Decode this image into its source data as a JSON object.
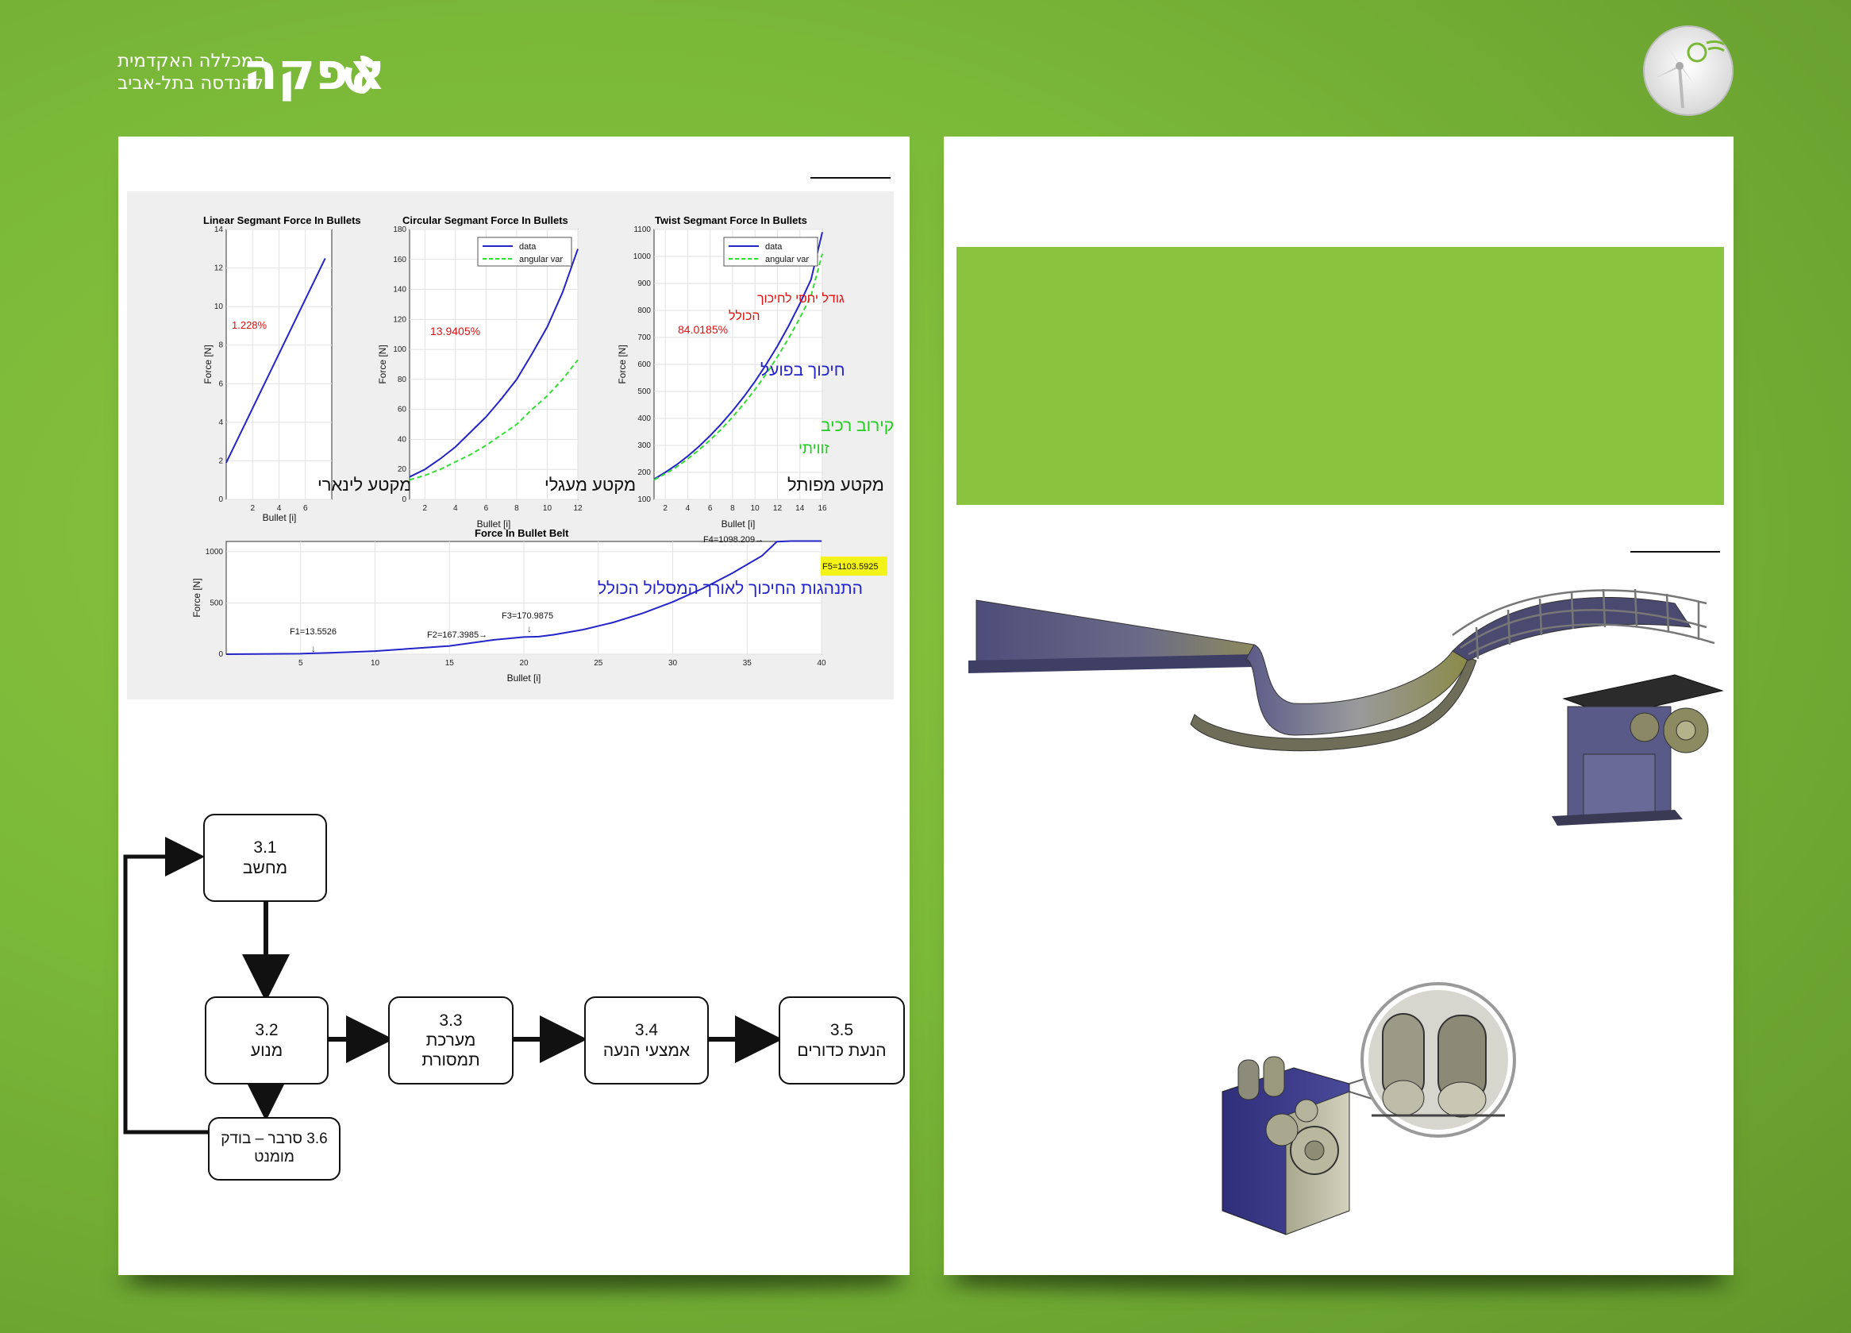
{
  "header": {
    "logo_name": "אפקה",
    "logo_line1": "המכללה האקדמית",
    "logo_line2": "להנדסה בתל-אביב",
    "emblem": "wind-turbine-emblem"
  },
  "colors": {
    "background": "#7ab838",
    "accent_green": "#8ac43f",
    "data_line": "#2424c8",
    "approx_line": "#33dd33",
    "percent_red": "#dd1111"
  },
  "charts": {
    "linear": {
      "title": "Linear Segmant Force In Bullets",
      "ylabel": "Force [N]",
      "xlabel": "Bullet [i]",
      "percent": "1.228%",
      "label": "מקטע לינארי"
    },
    "circular": {
      "title": "Circular Segmant Force In Bullets",
      "ylabel": "Force [N]",
      "xlabel": "Bullet [i]",
      "percent": "13.9405%",
      "label": "מקטע מעגלי",
      "legend_data": "data",
      "legend_angular": "angular var"
    },
    "twist": {
      "title": "Twist Segmant Force In Bullets",
      "ylabel": "Force [N]",
      "xlabel": "Bullet [i]",
      "annotation_line1": "גודל יחסי לחיכוך",
      "annotation_line2": "הכולל",
      "percent": "84.0185%",
      "actual_friction": "חיכוך בפועל",
      "approx_line1": "קירוב רכיב",
      "approx_line2": "זוויתי",
      "label": "מקטע מפותל",
      "legend_data": "data",
      "legend_angular": "angular var"
    },
    "belt": {
      "title": "Force In Bullet Belt",
      "ylabel": "Force [N]",
      "xlabel": "Bullet [i]",
      "description": "התנהגות החיכוך לאורך המסלול הכולל",
      "f1": "F1=13.5526",
      "f2": "F2=167.3985→",
      "f3": "F3=170.9875",
      "f4": "F4=1098.209→",
      "f5": "F5=1103.5925"
    }
  },
  "chart_data": [
    {
      "type": "line",
      "title": "Linear Segmant Force In Bullets",
      "xlabel": "Bullet [i]",
      "ylabel": "Force [N]",
      "xlim": [
        0,
        8
      ],
      "ylim": [
        0,
        14
      ],
      "xticks": [
        2,
        4,
        6
      ],
      "yticks": [
        0,
        2,
        4,
        6,
        8,
        10,
        12,
        14
      ],
      "series": [
        {
          "name": "",
          "x": [
            0,
            7.5
          ],
          "y": [
            1.9,
            12.5
          ]
        }
      ]
    },
    {
      "type": "line",
      "title": "Circular Segmant Force In Bullets",
      "xlabel": "Bullet [i]",
      "ylabel": "Force [N]",
      "xlim": [
        1,
        12
      ],
      "ylim": [
        0,
        180
      ],
      "xticks": [
        2,
        4,
        6,
        8,
        10,
        12
      ],
      "yticks": [
        0,
        20,
        40,
        60,
        80,
        100,
        120,
        140,
        160,
        180
      ],
      "legend": "top-right",
      "series": [
        {
          "name": "data",
          "x": [
            1,
            2,
            3,
            4,
            5,
            6,
            7,
            8,
            9,
            10,
            11,
            12
          ],
          "y": [
            15,
            20,
            27,
            35,
            45,
            55,
            67,
            80,
            97,
            115,
            138,
            167
          ]
        },
        {
          "name": "angular var",
          "x": [
            1,
            2,
            3,
            4,
            5,
            6,
            7,
            8,
            9,
            10,
            11,
            12
          ],
          "y": [
            13,
            16,
            20,
            25,
            30,
            36,
            43,
            50,
            60,
            69,
            80,
            93
          ]
        }
      ]
    },
    {
      "type": "line",
      "title": "Twist Segmant Force In Bullets",
      "xlabel": "Bullet [i]",
      "ylabel": "Force [N]",
      "xlim": [
        1,
        16
      ],
      "ylim": [
        100,
        1100
      ],
      "xticks": [
        2,
        4,
        6,
        8,
        10,
        12,
        14,
        16
      ],
      "yticks": [
        100,
        200,
        300,
        400,
        500,
        600,
        700,
        800,
        900,
        1000,
        1100
      ],
      "legend": "top-right",
      "series": [
        {
          "name": "data",
          "x": [
            1,
            2,
            3,
            4,
            5,
            6,
            7,
            8,
            9,
            10,
            11,
            12,
            13,
            14,
            15,
            16
          ],
          "y": [
            175,
            200,
            228,
            260,
            296,
            336,
            380,
            428,
            480,
            537,
            600,
            668,
            743,
            825,
            915,
            1090
          ]
        },
        {
          "name": "angular var",
          "x": [
            1,
            2,
            3,
            4,
            5,
            6,
            7,
            8,
            9,
            10,
            11,
            12,
            13,
            14,
            15,
            16
          ],
          "y": [
            172,
            195,
            220,
            250,
            283,
            320,
            360,
            405,
            454,
            507,
            565,
            628,
            697,
            772,
            855,
            1010
          ]
        }
      ]
    },
    {
      "type": "line",
      "title": "Force In Bullet Belt",
      "xlabel": "Bullet [i]",
      "ylabel": "Force [N]",
      "xlim": [
        0,
        40
      ],
      "ylim": [
        0,
        1100
      ],
      "xticks": [
        5,
        10,
        15,
        20,
        25,
        30,
        35,
        40
      ],
      "yticks": [
        0,
        500,
        1000
      ],
      "series": [
        {
          "name": "",
          "x": [
            0,
            5,
            7,
            10,
            15,
            18,
            20,
            21,
            22,
            24,
            26,
            28,
            30,
            32,
            34,
            36,
            37,
            38,
            40
          ],
          "y": [
            0,
            5,
            13.55,
            30,
            80,
            140,
            167.4,
            170.99,
            190,
            240,
            310,
            400,
            510,
            640,
            790,
            960,
            1098.2,
            1103.6,
            1103.6
          ]
        }
      ]
    }
  ],
  "flow": {
    "box_31_num": "3.1",
    "box_31_label": "מחשב",
    "box_32_num": "3.2",
    "box_32_label": "מנוע",
    "box_33_num": "3.3",
    "box_33_label1": "מערכת",
    "box_33_label2": "תמסורת",
    "box_34_num": "3.4",
    "box_34_label": "אמצעי הנעה",
    "box_35_num": "3.5",
    "box_35_label": "הנעת כדורים",
    "box_36_label1": "3.6 סרבר – בודק",
    "box_36_label2": "מומנט"
  }
}
